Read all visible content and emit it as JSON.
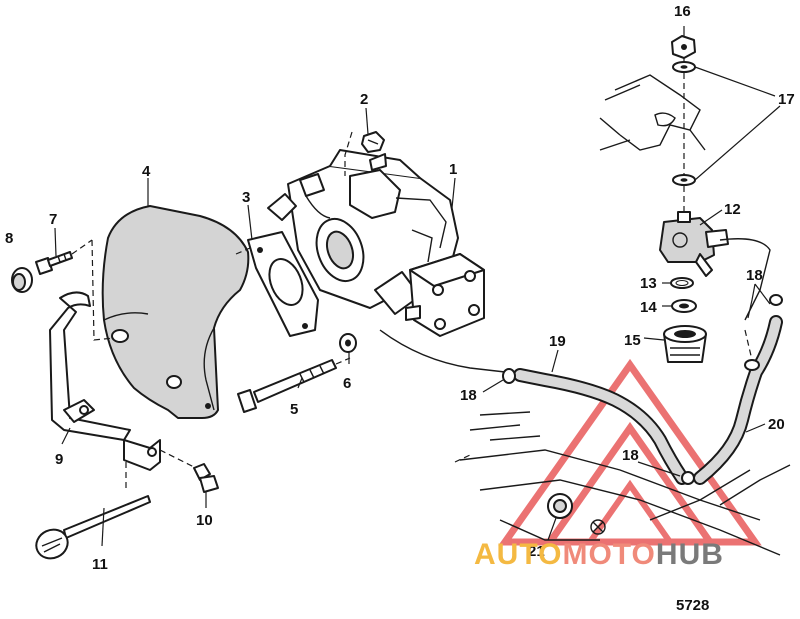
{
  "drawing_number": "5728",
  "watermark": {
    "part1": "AUTO",
    "part2": "MOTO",
    "part3": "HUB",
    "colors": {
      "auto": "#f4b942",
      "moto": "#f08a7a",
      "hub": "#7a7a7a",
      "triangle": "#e85a5a"
    }
  },
  "callouts": [
    "1",
    "2",
    "3",
    "4",
    "5",
    "6",
    "7",
    "8",
    "9",
    "10",
    "11",
    "12",
    "13",
    "14",
    "15",
    "16",
    "17",
    "18",
    "18",
    "19",
    "20",
    "18",
    "21"
  ]
}
